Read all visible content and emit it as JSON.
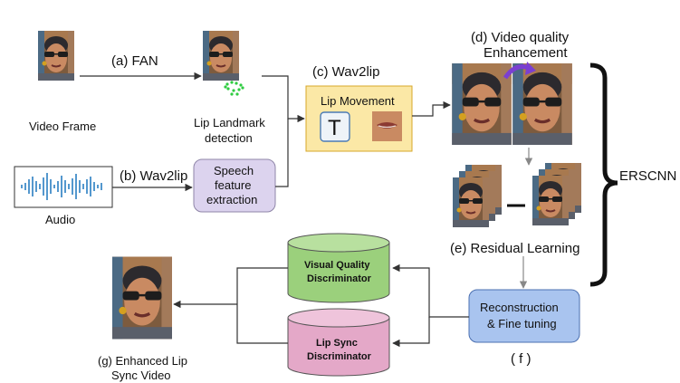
{
  "labels": {
    "video_frame": "Video Frame",
    "fan": "(a) FAN",
    "lip_landmark_1": "Lip Landmark",
    "lip_landmark_2": "detection",
    "wav2lip_c": "(c)  Wav2lip",
    "lip_movement": "Lip Movement",
    "t_glyph": "T",
    "vq_title_1": "(d) Video quality",
    "vq_title_2": "Enhancement",
    "audio": "Audio",
    "wav2lip_b": "(b) Wav2lip",
    "speech_1": "Speech",
    "speech_2": "feature",
    "speech_3": "extraction",
    "ersccnn": "ERSCNN",
    "residual": "(e) Residual Learning",
    "vq_disc_1": "Visual Quality",
    "vq_disc_2": "Discriminator",
    "ls_disc_1": "Lip Sync",
    "ls_disc_2": "Discriminator",
    "recon_1": "Reconstruction",
    "recon_2": "& Fine tuning",
    "f": "( f )",
    "enhanced_1": "(g) Enhanced Lip",
    "enhanced_2": "Sync Video"
  },
  "colors": {
    "lip_box_fill": "#fbe8a6",
    "lip_box_stroke": "#d7a72a",
    "speech_fill": "#dcd3ee",
    "speech_stroke": "#8f86a8",
    "vq_cyl_fill": "#9bd07c",
    "ls_cyl_fill": "#e4a8c8",
    "recon_fill": "#a9c4ef",
    "recon_stroke": "#4a6fb0",
    "waveform": "#2a7fc1",
    "landmark": "#2ecc40",
    "curved_arrow": "#7b3fd1"
  }
}
